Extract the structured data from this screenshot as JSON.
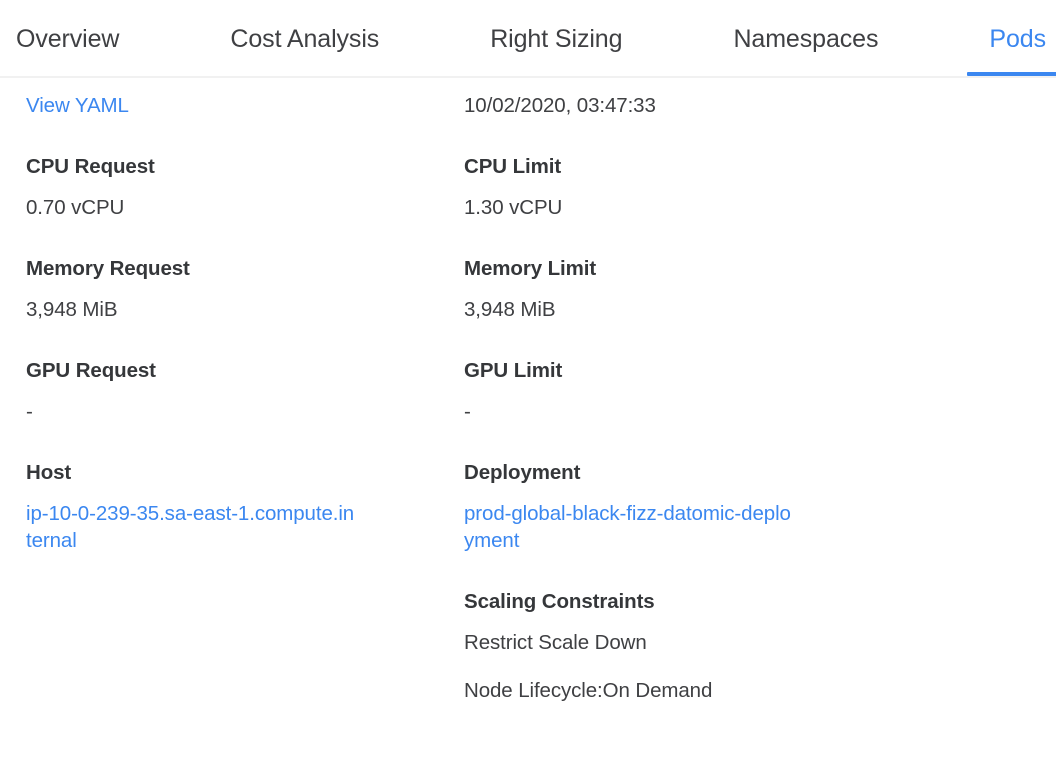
{
  "tabs": [
    {
      "label": "Overview",
      "active": false
    },
    {
      "label": "Cost Analysis",
      "active": false
    },
    {
      "label": "Right Sizing",
      "active": false
    },
    {
      "label": "Namespaces",
      "active": false
    },
    {
      "label": "Pods",
      "active": true
    }
  ],
  "colors": {
    "link": "#3b87f0",
    "accent": "#3b87f0",
    "heading": "#35373a",
    "body": "#3f4043",
    "divider": "#f1f1f1",
    "background": "#ffffff"
  },
  "detail": {
    "view_yaml_label": "View YAML",
    "timestamp": "10/02/2020, 03:47:33",
    "fields": {
      "cpu_request_label": "CPU Request",
      "cpu_request_value": "0.70 vCPU",
      "cpu_limit_label": "CPU Limit",
      "cpu_limit_value": "1.30 vCPU",
      "memory_request_label": "Memory Request",
      "memory_request_value": "3,948 MiB",
      "memory_limit_label": "Memory Limit",
      "memory_limit_value": "3,948 MiB",
      "gpu_request_label": "GPU Request",
      "gpu_request_value": "-",
      "gpu_limit_label": "GPU Limit",
      "gpu_limit_value": "-",
      "host_label": "Host",
      "host_value": "ip-10-0-239-35.sa-east-1.compute.internal",
      "deployment_label": "Deployment",
      "deployment_value": "prod-global-black-fizz-datomic-deployment"
    },
    "scaling": {
      "heading": "Scaling Constraints",
      "items": [
        "Restrict Scale Down",
        "Node Lifecycle:On Demand"
      ]
    }
  }
}
